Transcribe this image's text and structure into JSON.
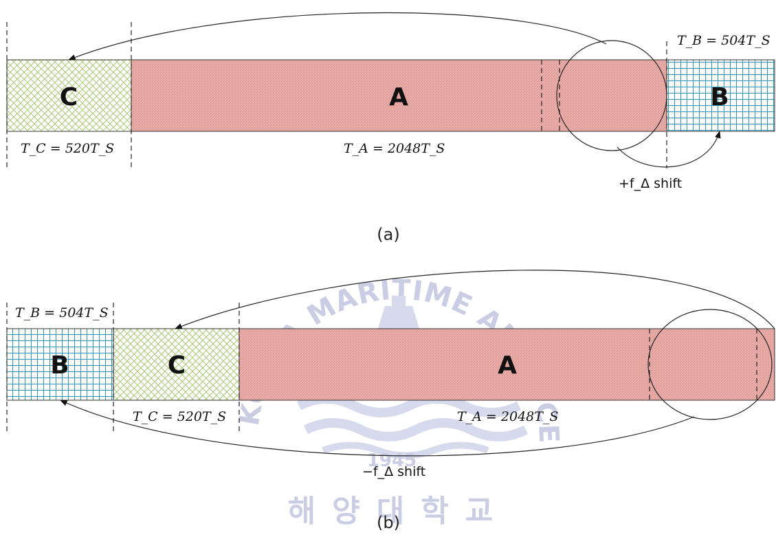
{
  "diagram_a": {
    "caption": "(a)",
    "segments": [
      {
        "letter": "C",
        "label": "T_C = 520T_S"
      },
      {
        "letter": "A",
        "label": "T_A = 2048T_S"
      },
      {
        "letter": "B",
        "label": "T_B = 504T_S"
      }
    ],
    "shift_label": "+f_Δ shift"
  },
  "diagram_b": {
    "caption": "(b)",
    "segments": [
      {
        "letter": "B",
        "label": "T_B = 504T_S"
      },
      {
        "letter": "C",
        "label": "T_C = 520T_S"
      },
      {
        "letter": "A",
        "label": "T_A = 2048T_S"
      }
    ],
    "shift_label": "−f_Δ shift"
  },
  "watermark": {
    "arc_text": "KOREA MARITIME AND OCEAN UNIVERSITY",
    "year": "1945",
    "korean_text": "해양대학교"
  },
  "colors": {
    "segment_A": "#e9aaa6",
    "segment_B_grid": "#2f95b5",
    "segment_C_grid": "#a9c872",
    "watermark": "#9fa6cf"
  }
}
